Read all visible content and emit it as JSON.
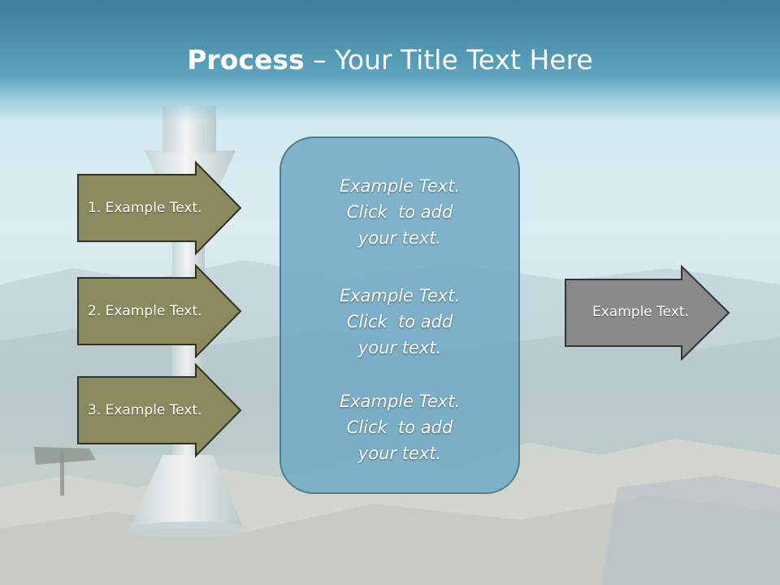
{
  "title": {
    "bold": "Process",
    "rest": " – Your Title Text Here"
  },
  "arrows": [
    {
      "label": "1. Example Text."
    },
    {
      "label": "2. Example Text."
    },
    {
      "label": "3. Example Text."
    }
  ],
  "center_box": {
    "blocks": [
      {
        "lines": [
          "Example Text.",
          "Click  to add",
          "your text."
        ]
      },
      {
        "lines": [
          "Example Text.",
          "Click  to add",
          "your text."
        ]
      },
      {
        "lines": [
          "Example Text.",
          "Click  to add",
          "your text."
        ]
      }
    ]
  },
  "output_arrow": {
    "label": "Example Text."
  },
  "colors": {
    "title_band": "#4b8fab",
    "arrow_fill": "#8a8a5e",
    "arrow_stroke": "#2f3322",
    "box_fill": "#7fb5cf",
    "box_stroke": "#4f7f95",
    "output_arrow_fill": "#8a8a8a",
    "output_arrow_stroke": "#333333"
  }
}
